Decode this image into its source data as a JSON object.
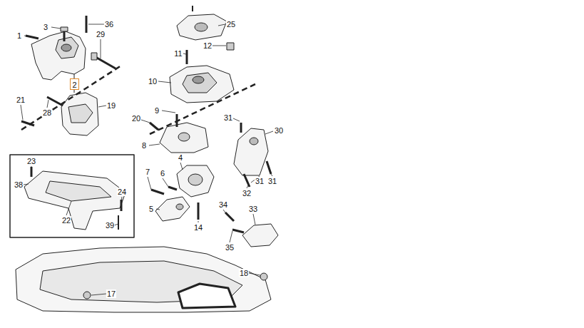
{
  "diagram": {
    "nodes": [
      {
        "text": [
          "2"
        ]
      }
    ],
    "labels": [
      "1",
      "3",
      "36",
      "29",
      "21",
      "28",
      "19",
      "25",
      "11",
      "12",
      "10",
      "20",
      "9",
      "31",
      "30",
      "8",
      "4",
      "6",
      "7",
      "5",
      "14",
      "34",
      "33",
      "35",
      "31",
      "31",
      "32",
      "23",
      "38",
      "24",
      "22",
      "39",
      "18",
      "17"
    ]
  }
}
